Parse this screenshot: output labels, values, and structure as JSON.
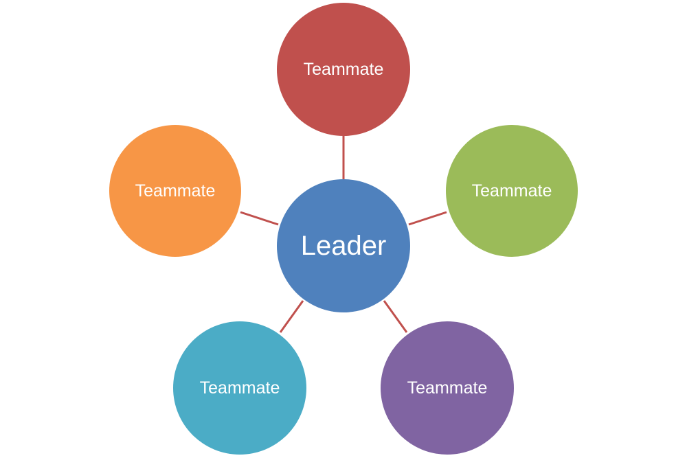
{
  "leader": {
    "label": "Leader",
    "color": "#4F81BD"
  },
  "teammates": [
    {
      "label": "Teammate",
      "color": "#C0504D"
    },
    {
      "label": "Teammate",
      "color": "#9BBB59"
    },
    {
      "label": "Teammate",
      "color": "#8064A2"
    },
    {
      "label": "Teammate",
      "color": "#4BACC6"
    },
    {
      "label": "Teammate",
      "color": "#F79646"
    }
  ],
  "connector_color": "#C0504D"
}
